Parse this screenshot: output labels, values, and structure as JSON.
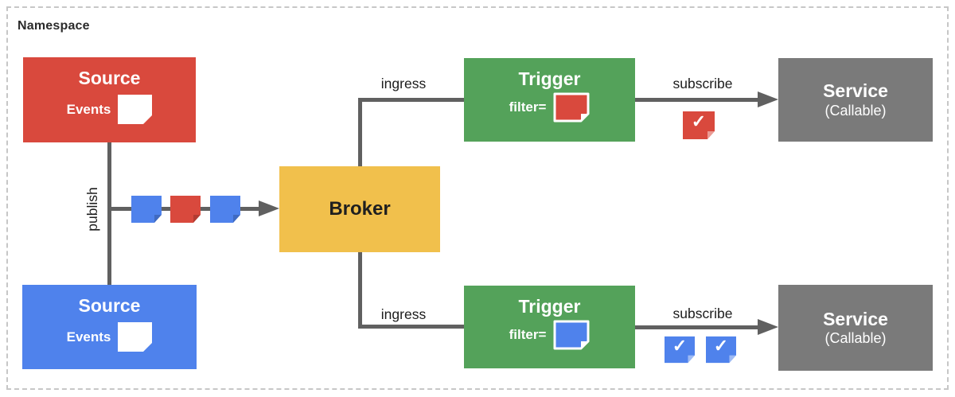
{
  "namespace": {
    "label": "Namespace"
  },
  "colors": {
    "red": "#D9493D",
    "blue": "#4F82EC",
    "green": "#54A25A",
    "yellow": "#F1C04C",
    "gray": "#7A7A7A",
    "line": "#606060",
    "white": "#FFFFFF"
  },
  "nodes": {
    "source_top": {
      "title": "Source",
      "events_label": "Events",
      "color": "red"
    },
    "source_bottom": {
      "title": "Source",
      "events_label": "Events",
      "color": "blue"
    },
    "broker": {
      "title": "Broker",
      "color": "yellow"
    },
    "trigger_top": {
      "title": "Trigger",
      "filter_label": "filter=",
      "filter_color": "red"
    },
    "trigger_bottom": {
      "title": "Trigger",
      "filter_label": "filter=",
      "filter_color": "blue"
    },
    "service_top": {
      "title": "Service",
      "subtitle": "(Callable)"
    },
    "service_bottom": {
      "title": "Service",
      "subtitle": "(Callable)"
    }
  },
  "edges": {
    "publish_label": "publish",
    "ingress_top_label": "ingress",
    "ingress_bottom_label": "ingress",
    "subscribe_top_label": "subscribe",
    "subscribe_bottom_label": "subscribe"
  },
  "events": {
    "publish_line": [
      "blue",
      "red",
      "blue"
    ],
    "delivered_top": [
      "red"
    ],
    "delivered_bottom": [
      "blue",
      "blue"
    ],
    "check_glyph": "✓"
  }
}
